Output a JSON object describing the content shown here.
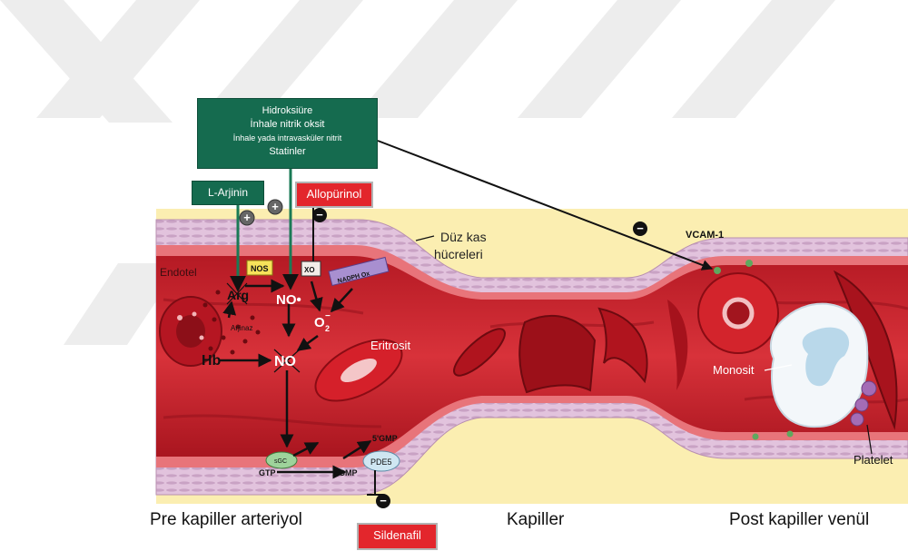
{
  "treatment_box": {
    "lines": [
      "Hidroksiüre",
      "İnhale nitrik oksit",
      "İnhale yada intravasküler nitrit",
      "Statinler"
    ]
  },
  "drug_labels": {
    "l_arjinin": "L-Arjinin",
    "allopurinol": "Allopürinol",
    "sildenafil": "Sildenafil"
  },
  "labels": {
    "endotel": "Endotel",
    "nos": "NOS",
    "arg": "Arg",
    "arjinaz": "Arjinaz",
    "no_radical": "NO•",
    "xo": "XO",
    "nadph": "NADPH Ox",
    "o2": "O",
    "o2_sub": "2",
    "o2_sup": "−",
    "hb": "Hb",
    "no": "NO",
    "eritrosit": "Eritrosit",
    "duz_kas_1": "Düz kas",
    "duz_kas_2": "hücreleri",
    "sgc": "sGC",
    "gtp": "GTP",
    "cgmp": "cGMP",
    "gmp5": "5'GMP",
    "pde5": "PDE5",
    "vcam": "VCAM-1",
    "monosit": "Monosit",
    "platelet": "Platelet",
    "plus": "+",
    "minus": "−"
  },
  "regions": {
    "pre": "Pre kapiller arteriyol",
    "kapiller": "Kapiller",
    "post": "Post kapiller venül"
  },
  "colors": {
    "plasma": "#fbeeb1",
    "vessel_red": "#c4222b",
    "vessel_dark": "#8f1019",
    "muscle": "#dcb8d8",
    "green_box": "#156b4f",
    "red_box": "#e3262c",
    "watermark": "#ececec"
  }
}
